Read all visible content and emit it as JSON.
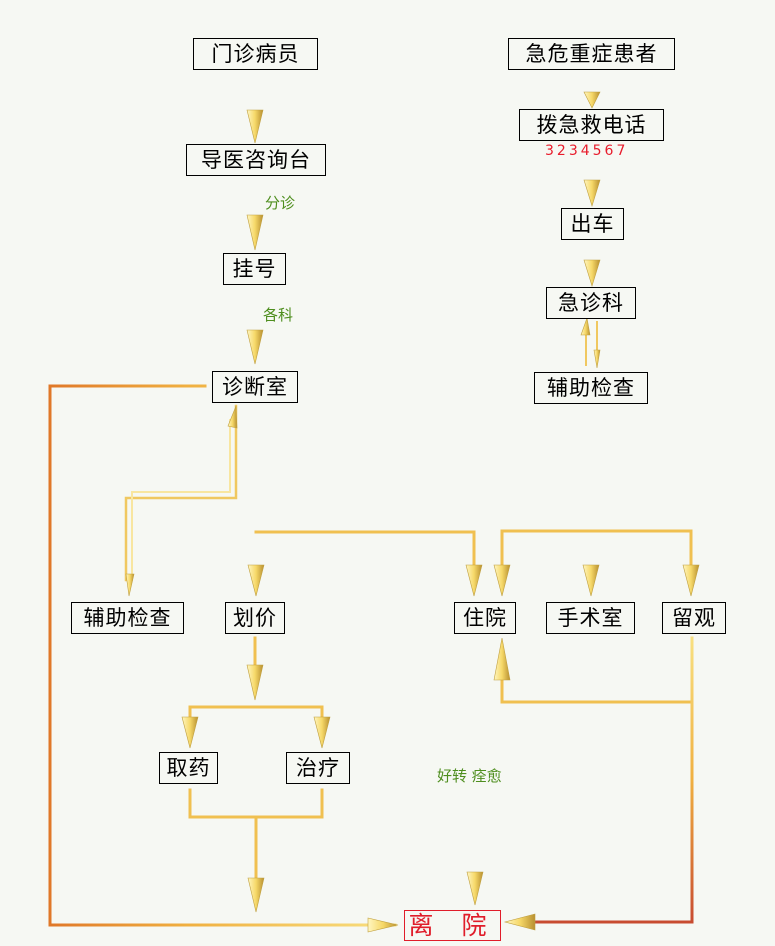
{
  "nodes": {
    "outpatient": "门诊病员",
    "guide_desk": "导医咨询台",
    "register": "挂号",
    "diagnosis_room": "诊断室",
    "aux_exam_left": "辅助检查",
    "pricing": "划价",
    "get_medicine": "取药",
    "treatment": "治疗",
    "emergency_patient": "急危重症患者",
    "dial_emergency": "拨急救电话",
    "dispatch": "出车",
    "emergency_dept": "急诊科",
    "aux_exam_right": "辅助检查",
    "hospitalization": "住院",
    "operating_room": "手术室",
    "observation": "留观",
    "discharge": "离 院"
  },
  "labels": {
    "phone_number": "3234567",
    "triage": "分诊",
    "departments": "各科",
    "improved_cured": "好转  痊愈"
  },
  "colors": {
    "background": "#f6f8f3",
    "arrow_gold": "#f5d060",
    "arrow_orange": "#e8a030",
    "arrow_red": "#c8442c",
    "label_green": "#4e8e1e",
    "phone_red": "#e81c2c",
    "discharge_red": "#e01d2a"
  }
}
